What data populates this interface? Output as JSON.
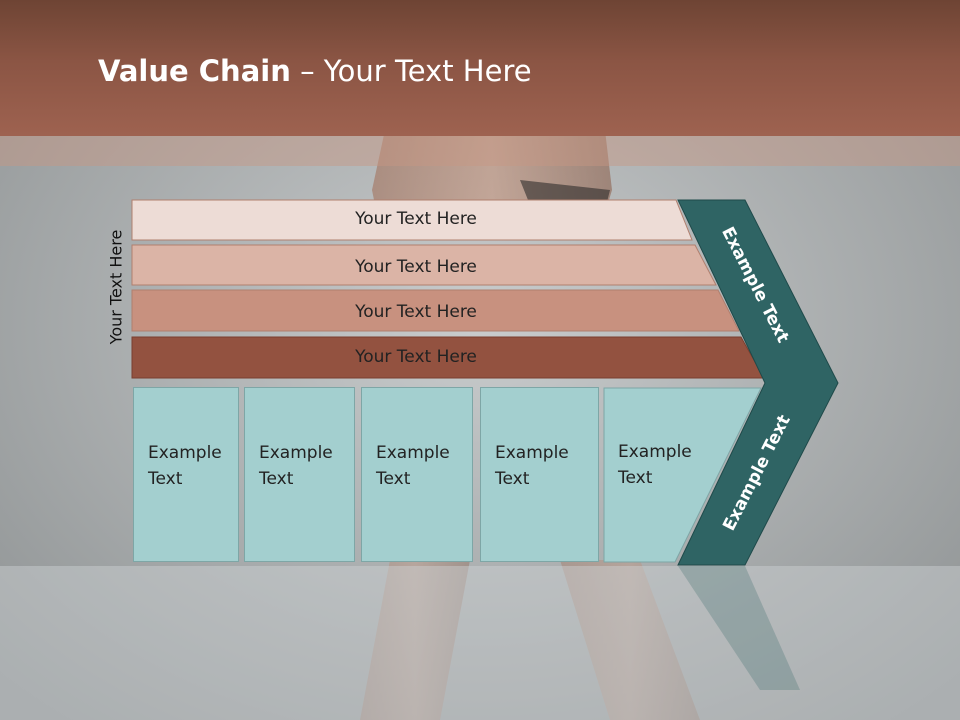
{
  "title": {
    "bold": "Value Chain",
    "rest": " – Your Text Here"
  },
  "side_label": "Your Text Here",
  "bands": [
    {
      "label": "Your Text Here",
      "color": "#eddcd6"
    },
    {
      "label": "Your Text Here",
      "color": "#dbb4a6"
    },
    {
      "label": "Your Text Here",
      "color": "#c8917f"
    },
    {
      "label": "Your Text Here",
      "color": "#935240"
    }
  ],
  "cells": [
    {
      "label": "Example\nText"
    },
    {
      "label": "Example\nText"
    },
    {
      "label": "Example\nText"
    },
    {
      "label": "Example\nText"
    },
    {
      "label": "Example\nText"
    }
  ],
  "chevron": {
    "top_label": "Example Text",
    "bottom_label": "Example Text",
    "color": "#2f6464"
  }
}
